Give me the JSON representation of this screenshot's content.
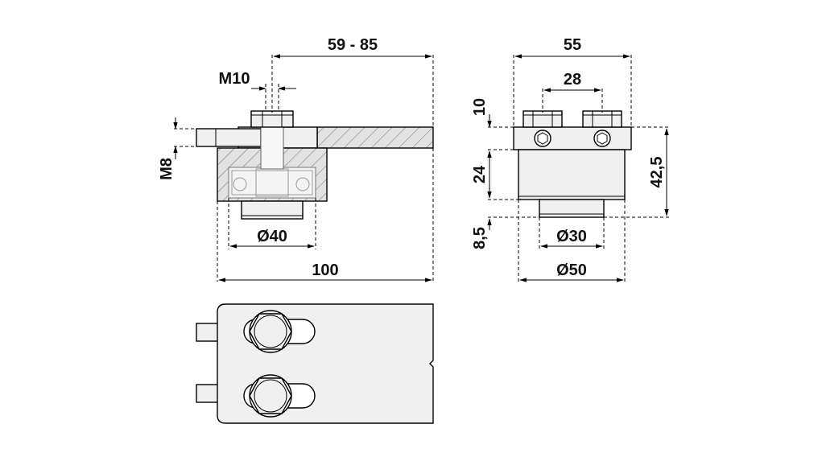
{
  "dimensions": {
    "stroke_range": "59 - 85",
    "thread_bolt": "M10",
    "thread_set": "M8",
    "bearing_dia": "Ø40",
    "total_length": "100",
    "width": "55",
    "bolt_spacing": "28",
    "plate_thickness": "10",
    "body_height": "24",
    "total_height": "42,5",
    "shoulder_height": "8,5",
    "shoulder_dia": "Ø30",
    "body_dia": "Ø50"
  },
  "colors": {
    "line": "#000000",
    "fill": "#f0f0f0",
    "text": "#111111"
  }
}
